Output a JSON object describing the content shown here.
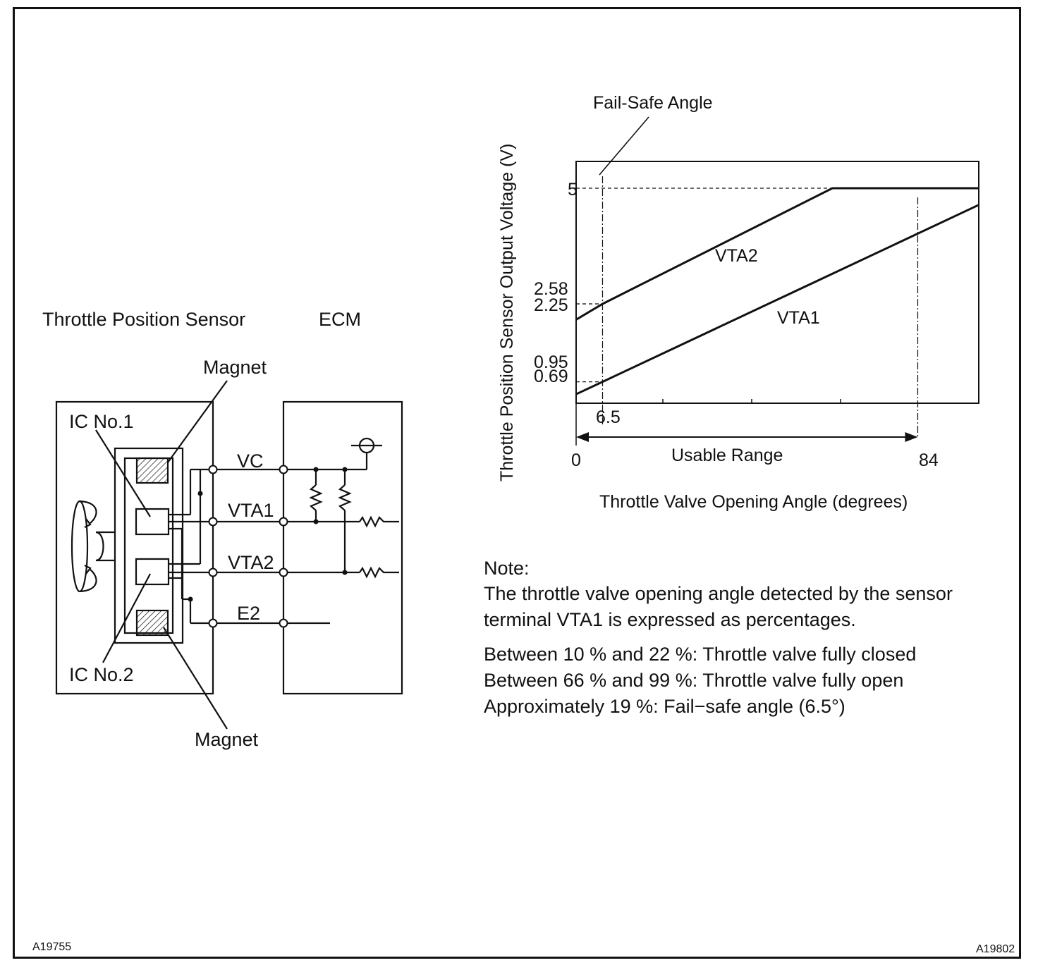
{
  "figure_codes": {
    "left": "A19755",
    "right": "A19802"
  },
  "circuit": {
    "sensor_title": "Throttle Position Sensor",
    "ecm_title": "ECM",
    "magnet_top": "Magnet",
    "magnet_bottom": "Magnet",
    "ic1": "IC No.1",
    "ic2": "IC No.2",
    "terminals": [
      "VC",
      "VTA1",
      "VTA2",
      "E2"
    ]
  },
  "chart_data": {
    "type": "line",
    "ylabel": "Throttle Position Sensor Output Voltage (V)",
    "xlabel": "Throttle Valve Opening Angle (degrees)",
    "y_ticks": [
      "5",
      "2.58",
      "2.25",
      "0.95",
      "0.69"
    ],
    "x_ticks": [
      "0",
      "6.5",
      "84"
    ],
    "annotations": {
      "fail_safe": "Fail-Safe Angle",
      "usable_range": "Usable Range"
    },
    "series": [
      {
        "name": "VTA2",
        "points": [
          [
            0,
            2.25
          ],
          [
            6.5,
            2.58
          ],
          [
            63,
            5.0
          ],
          [
            99,
            5.0
          ]
        ]
      },
      {
        "name": "VTA1",
        "points": [
          [
            0,
            0.69
          ],
          [
            6.5,
            0.95
          ],
          [
            99,
            4.65
          ]
        ]
      }
    ]
  },
  "note": {
    "heading": "Note:",
    "lines": [
      "The throttle valve opening angle detected by the sensor",
      "terminal VTA1 is expressed as percentages.",
      "Between 10 % and 22 %: Throttle valve fully closed",
      "Between 66 % and 99 %: Throttle valve fully open",
      "Approximately 19 %: Fail−safe angle (6.5°)"
    ]
  }
}
